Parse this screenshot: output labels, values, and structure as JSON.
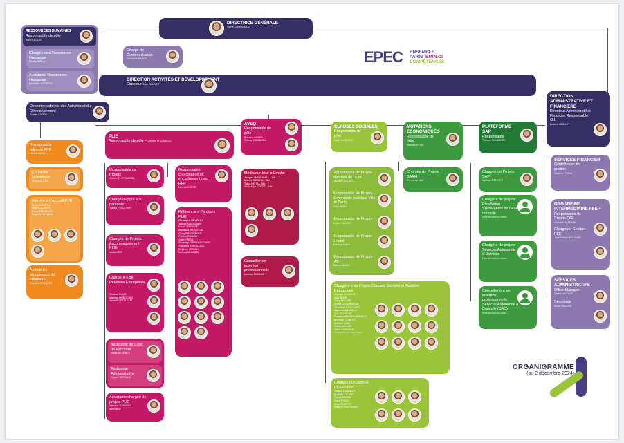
{
  "logo": {
    "mark": "EPEC",
    "line1": "ENSEMBLE",
    "line2a": "PARIS",
    "line2b": "EMPLOI",
    "line3": "COMPÉTENCES"
  },
  "colors": {
    "purple": "#362f63",
    "lavender": "#8b79b0",
    "orange": "#f08a1f",
    "magenta": "#c21a66",
    "lime": "#9ac43a",
    "green": "#3e9a3e"
  },
  "dg": {
    "title": "DIRECTRICE GÉNÉRALE",
    "name": "Sylvie CLEMENÇON"
  },
  "rh": {
    "title": "RESSOURCES HUMAINES",
    "role": "Responsable de pôle",
    "name": "Sana KNOUZI",
    "charge_title": "Chargée des Ressources Humaines",
    "charge_name": "Marthe IMBLA",
    "assist_title": "Assistante Ressources Humaines",
    "assist_name": "Bénédicte AZEVEDO"
  },
  "com": {
    "title": "Chargé de Communication",
    "name": "Mamadou BARRY"
  },
  "dad": {
    "title": "DIRECTION ACTIVITÉS ET DÉVELOPPEMENT",
    "role": "Directeur",
    "name": "Alain GAUVET"
  },
  "adj": {
    "title": "Directrice adjointe des Activités et du Développement",
    "name": "Juliette CARON"
  },
  "ppe": {
    "resp_title": "Responsable adjointe PPE",
    "resp_name": "Nachida ANAS",
    "cons_title": "Conseiller Numérique",
    "cons_name": "Oumarou DIOP",
    "agents_title": "Agent·e·s d'Accueil PPE",
    "agents_names": "Nadia ZHEROUN\nRitaf SOUDROS\nRania BENHAMED\nZegerita GUMUNA",
    "anim_title": "Animatrice groupement de créateurs",
    "anim_name": "Charline ROUQUET"
  },
  "plie": {
    "title": "PLIE",
    "role": "Responsable de pôle",
    "name": "Charles FOURMEUX",
    "resp_title": "Responsable de Projets",
    "resp_name": "Gaëtan CHERMANTAL",
    "appui_title": "Chargé d'appui aux parcours",
    "appui_name": "Juliette PELLETIER",
    "accomp_title": "Chargée de Projets Accompagnement PLIE",
    "accomp_name": "Malika BOI",
    "rel_title": "Chargé·e·s de Relations Entreprises",
    "rel_names": "Thomas PULIS\nMamyar MONDOING\nIsabelle DETCLOUR",
    "suivi_title": "Assistante de Suivi de Parcours",
    "suivi_name": "Nadia MEDEBER",
    "admin_title": "Assistante Administrative",
    "admin_name": "Sophie GERMAIN",
    "assist_title": "Assistante chargée de projets PLIE",
    "assist_name": "Djenaba GADIAGO",
    "assist_note": "alternance",
    "coord_title": "Responsable coordination et encadrement des RFP",
    "coord_name": "Nicolas CORTE",
    "ref_title": "Référent·e·s Parcours PLIE",
    "ref_names": "Christophe DEVREUX\nJeanne MACOLARD\nSarah LEBRIANE\nAbdelaziz RAGAYOUL\nCindy PROVIDENCE\nFabrice RICARD\nJulien PREAU\nSivanany CHERNASCOURA\nChantelle BOUTILLIER\nDelphine JERVALI\nBelinda MOUHEB"
  },
  "aveq": {
    "title": "AVEQ",
    "role": "Responsable de pôle",
    "names": "Bouchra AMARIL\nThierry SAINNARD",
    "med_title": "Médiateur·trice·s Emploi",
    "med_names": "Jacques MONGANGA – 19e\nMoctar CAMARA – 20e\nTalloa KEITA – 18e\nAbdoulaye GUEYE – 19e",
    "ins_title": "Conseiller en insertion professionnelle",
    "ins_name": "Moussa BAGAGA"
  },
  "clauses": {
    "title": "CLAUSES SOCIALES",
    "role": "Responsable de pôle",
    "name": "Marie KERENTE",
    "p1_title": "Responsable de Projets Marchés de l'Etat",
    "p1_name": "Clément GIQUERY",
    "p2_title": "Responsable de Projets Commande publique Ville de Paris",
    "p2_name": "Célia UMBO",
    "p3_title": "Responsable de Projets",
    "p3_name": "Sophie RAYMET",
    "p4_title": "Responsable de Projets Emploi",
    "p4_name": "Rebecca DAAS",
    "p5_title": "Responsable de Projets IAE",
    "p5_name": "Océane BONIS",
    "rel_title": "Chargé·e·s de Projets Clauses Sociales et Relation Entreprises",
    "rel_names": "Solange ANDRIER\nAsia SEMB\nTracy PELLIER\nSerwa LATOURMEUX\nGéraldine SOUCHARD\nAlphonse BAUBAKA\nAdel ACHELLIA\nFrancesa RAKOTOARIVELO\nBérénice GUIBERT\nKaltoum DIAN\nChristophe ARE\nDiane GARNAUD",
    "rel_note": "+ recrutement·s en cours",
    "ctrl_title": "Chargés du Contrôle d'Exécution",
    "ctrl_names": "Jessica DIAMANTI\nBeatrice CALRET\nRhoda BRAGA\nSofia TSIANI\nKelly RABETTE\nMarie-France DANIN"
  },
  "mutations": {
    "title": "MUTATIONS ÉCONOMIQUES",
    "role": "Responsable de pôle",
    "name": "Nathalie ROUX",
    "sarh_title": "Chargée de Projets SARH",
    "sarh_name": "Romeena SAM"
  },
  "sap": {
    "title": "PLATEFORME SAP",
    "role": "Responsable",
    "name": "Thibault BOLANGRE",
    "c1_title": "Chargée de Projets SAP",
    "c1_name": "Melinda ESTEVES",
    "c2_title": "Chargé·e de projets Plateforme SAP/Métiers de l'aide à domicile",
    "c2_note": "Recrutement en cours",
    "c3_title": "Chargé·e de projets Services Autonomie à Domicile",
    "c3_note": "Recrutement en cours",
    "c4_title": "Conseiller.ère en insertion professionnelle Services Autonomie à Domicile (SAD)",
    "c4_note": "Recrutement en cours"
  },
  "daf": {
    "title": "DIRECTION ADMINISTRATIVE ET FINANCIÈRE",
    "role": "Directeur Administratif et Financier Responsable O.I.",
    "name": "Ludovic MOULET",
    "fin_title": "SERVICES FINANCIER",
    "fin_role": "Contrôleuse de gestion",
    "fin_name": "Sandrine TIDRA",
    "oi_title": "ORGANISME INTERMEDIAIRE FSE +",
    "oi_role": "Responsable de Projets FSE",
    "oi_name": "Victorien BANDOM",
    "oi2_role": "Chargé de Gestion FSE",
    "oi2_name": "Jean-Edition BOUANDE",
    "adm_title": "SERVICES ADMINISTRATIFS",
    "adm_role": "Office Manager",
    "adm_name": "Zyman ALI FALE",
    "sec_role": "Secrétaire",
    "sec_name": "Muriel WALZER"
  },
  "footer": {
    "title": "ORGANIGRAMME",
    "date": "(au 2 décembre 2024)"
  }
}
